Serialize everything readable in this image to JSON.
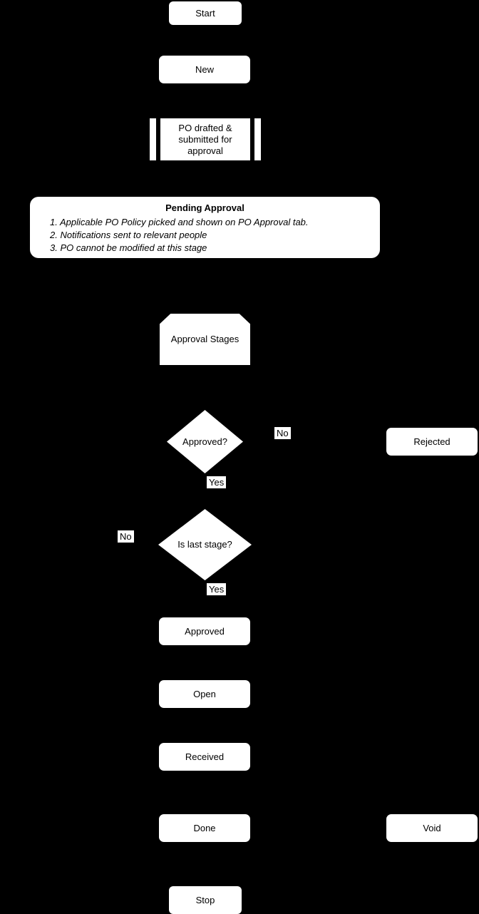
{
  "diagram": {
    "background_color": "#000000",
    "node_fill_color": "#ffffff",
    "node_text_color": "#000000"
  },
  "nodes": {
    "start": {
      "label": "Start",
      "shape": "terminator"
    },
    "new": {
      "label": "New",
      "shape": "rounded-rectangle"
    },
    "po_drafted": {
      "label": "PO drafted & submitted for approval",
      "shape": "predefined-process"
    },
    "pending_approval": {
      "shape": "note",
      "title": "Pending Approval",
      "items": [
        "1. Applicable PO Policy picked and shown on PO Approval tab.",
        "2. Notifications sent to relevant people",
        "3. PO cannot be modified at this stage"
      ]
    },
    "approval_stages": {
      "label": "Approval Stages",
      "shape": "loop-limit"
    },
    "approved_decision": {
      "label": "Approved?",
      "shape": "decision"
    },
    "rejected": {
      "label": "Rejected",
      "shape": "rounded-rectangle"
    },
    "is_last_stage_decision": {
      "label": "Is last stage?",
      "shape": "decision"
    },
    "approved": {
      "label": "Approved",
      "shape": "rounded-rectangle"
    },
    "open": {
      "label": "Open",
      "shape": "rounded-rectangle"
    },
    "received": {
      "label": "Received",
      "shape": "rounded-rectangle"
    },
    "done": {
      "label": "Done",
      "shape": "rounded-rectangle"
    },
    "void": {
      "label": "Void",
      "shape": "rounded-rectangle"
    },
    "stop": {
      "label": "Stop",
      "shape": "terminator"
    }
  },
  "edge_labels": {
    "approved_no": "No",
    "approved_yes": "Yes",
    "is_last_stage_no": "No",
    "is_last_stage_yes": "Yes"
  }
}
